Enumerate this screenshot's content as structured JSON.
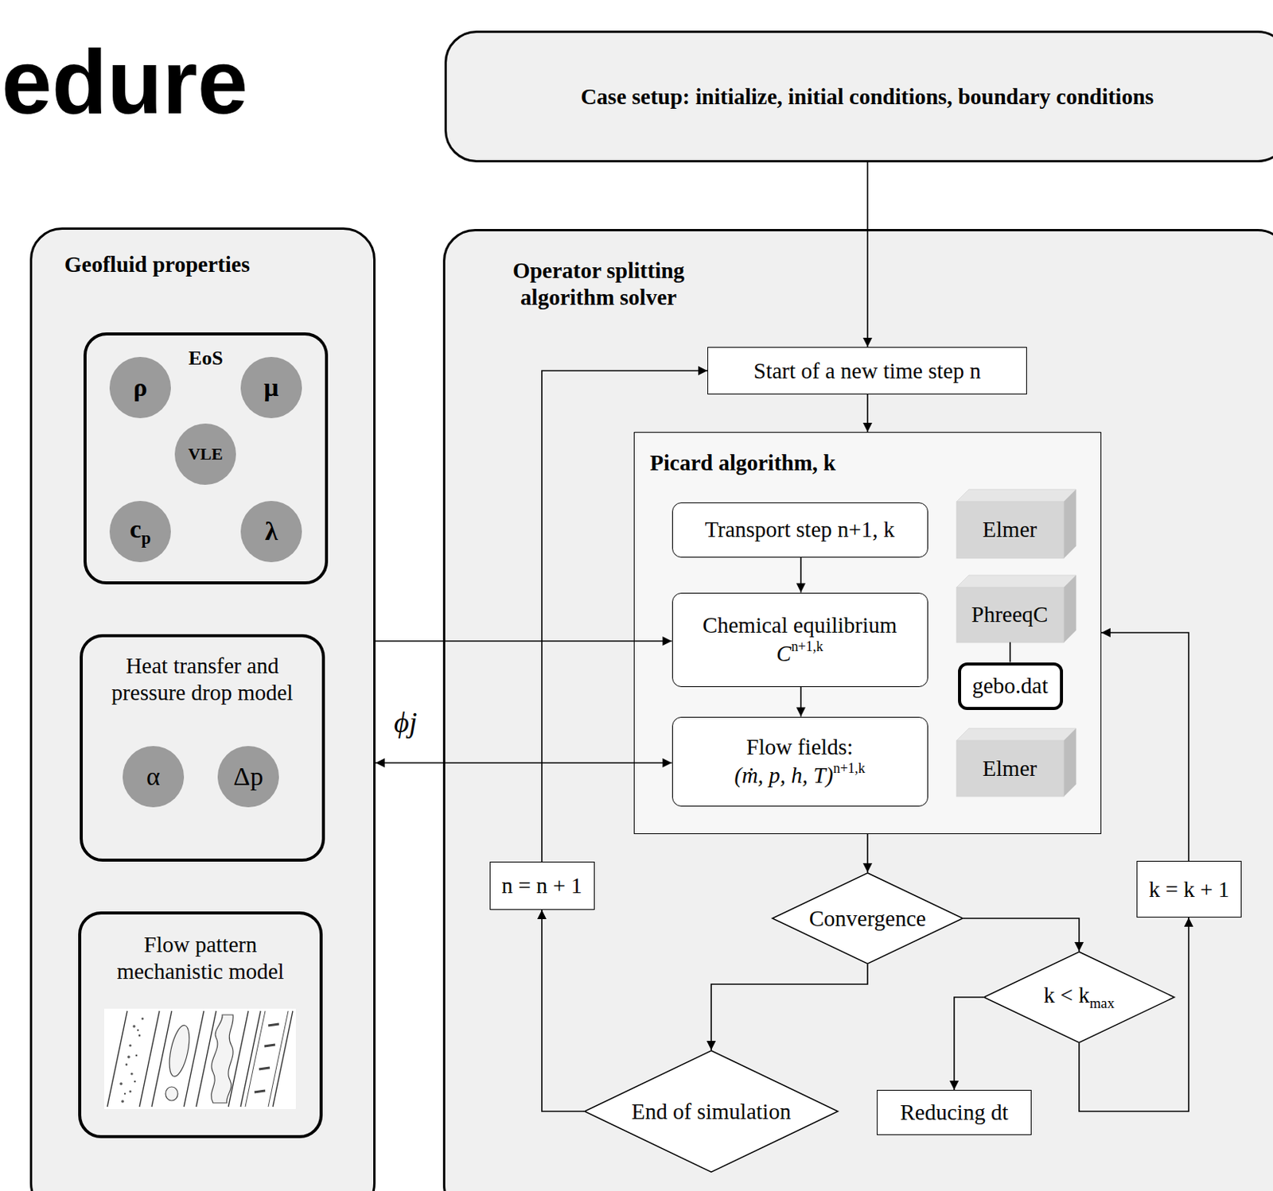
{
  "diagram": {
    "title": "edure",
    "nodes": [
      {
        "text": [
          "Case setup: initialize, initial conditions, boundary conditions"
        ]
      },
      {
        "text": [
          "Geofluid properties"
        ]
      },
      {
        "text": [
          "EoS"
        ],
        "in": 1
      },
      {
        "text": [
          "ρ"
        ],
        "in": 2
      },
      {
        "text": [
          "μ"
        ],
        "in": 2
      },
      {
        "text": [
          "VLE"
        ],
        "in": 2
      },
      {
        "text": [
          "c",
          "p"
        ],
        "in": 2
      },
      {
        "text": [
          "λ"
        ],
        "in": 2
      },
      {
        "text": [
          "Heat transfer and pressure drop model"
        ],
        "in": 1
      },
      {
        "text": [
          "α"
        ],
        "in": 8
      },
      {
        "text": [
          "Δp"
        ],
        "in": 8
      },
      {
        "text": [
          "Flow pattern mechanistic model"
        ],
        "in": 1
      },
      {
        "text": [
          "Operator splitting algorithm solver"
        ]
      },
      {
        "text": [
          "Start of a new time step n"
        ],
        "in": 12
      },
      {
        "text": [
          "Picard algorithm, k"
        ],
        "in": 12
      },
      {
        "text": [
          "Transport step n+1, k"
        ],
        "in": 14
      },
      {
        "text": [
          "Elmer"
        ],
        "in": 14
      },
      {
        "text": [
          "Chemical equilibrium",
          "C",
          "n+1,k"
        ],
        "in": 14
      },
      {
        "text": [
          "PhreeqC"
        ],
        "in": 14
      },
      {
        "text": [
          "gebo.dat"
        ],
        "in": 14
      },
      {
        "text": [
          "Flow fields:",
          "(ṁ, p, h, T)",
          "n+1,k"
        ],
        "in": 14
      },
      {
        "text": [
          "Elmer"
        ],
        "in": 14
      },
      {
        "text": [
          "Convergence"
        ],
        "in": 12
      },
      {
        "text": [
          "k < k",
          "max"
        ],
        "in": 12
      },
      {
        "text": [
          "End of simulation"
        ],
        "in": 12
      },
      {
        "text": [
          "Reducing dt"
        ],
        "in": 12
      },
      {
        "text": [
          "n = n + 1"
        ],
        "in": 12
      },
      {
        "text": [
          "k = k + 1"
        ],
        "in": 12
      }
    ],
    "edges": [
      {
        "from": 0,
        "to": 13,
        "arrow": "to"
      },
      {
        "from": 13,
        "to": 14,
        "arrow": "to"
      },
      {
        "from": 15,
        "to": 17,
        "arrow": "to"
      },
      {
        "from": 17,
        "to": 20,
        "arrow": "to"
      },
      {
        "from": 14,
        "to": 22,
        "arrow": "to"
      },
      {
        "from": 22,
        "to": 23,
        "arrow": "to"
      },
      {
        "from": 22,
        "to": 24,
        "arrow": "to"
      },
      {
        "from": 23,
        "to": 25,
        "arrow": "to"
      },
      {
        "from": 23,
        "to": 27,
        "arrow": "to"
      },
      {
        "from": 27,
        "to": 14,
        "arrow": "to"
      },
      {
        "from": 24,
        "to": 26,
        "arrow": "to"
      },
      {
        "from": 26,
        "to": 13,
        "arrow": "to"
      },
      {
        "from": 1,
        "to": 17,
        "arrow": "to"
      },
      {
        "from": 1,
        "to": 20,
        "label": "ϕj",
        "arrow": "both"
      },
      {
        "from": 18,
        "to": 19,
        "arrow": "none"
      }
    ]
  }
}
